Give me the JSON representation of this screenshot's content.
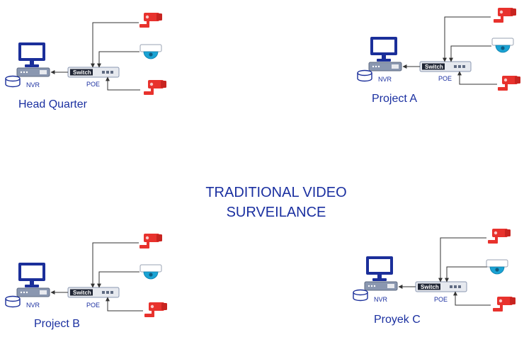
{
  "title_lines": [
    "TRADITIONAL VIDEO",
    "SURVEILANCE"
  ],
  "sites": [
    {
      "id": "hq",
      "name": "Head Quarter",
      "switch_label": "Switch",
      "poe_label": "POE",
      "nvr_label": "NVR"
    },
    {
      "id": "a",
      "name": "Project A",
      "switch_label": "Switch",
      "poe_label": "POE",
      "nvr_label": "NVR"
    },
    {
      "id": "b",
      "name": "Project B",
      "switch_label": "Switch",
      "poe_label": "POE",
      "nvr_label": "NVR"
    },
    {
      "id": "c",
      "name": "Proyek C",
      "switch_label": "Switch",
      "poe_label": "POE",
      "nvr_label": "NVR"
    }
  ],
  "colors": {
    "label_text": "#1a2fa0",
    "camera_red": "#e8322d",
    "monitor_blue": "#1b2f9a",
    "dome_blue": "#1aa3d4",
    "device_gray": "#8a97b0",
    "link_line": "#333333"
  },
  "icons": [
    "bullet-camera-icon",
    "dome-camera-icon",
    "monitor-icon",
    "nvr-box-icon",
    "disk-icon",
    "switch-icon"
  ]
}
